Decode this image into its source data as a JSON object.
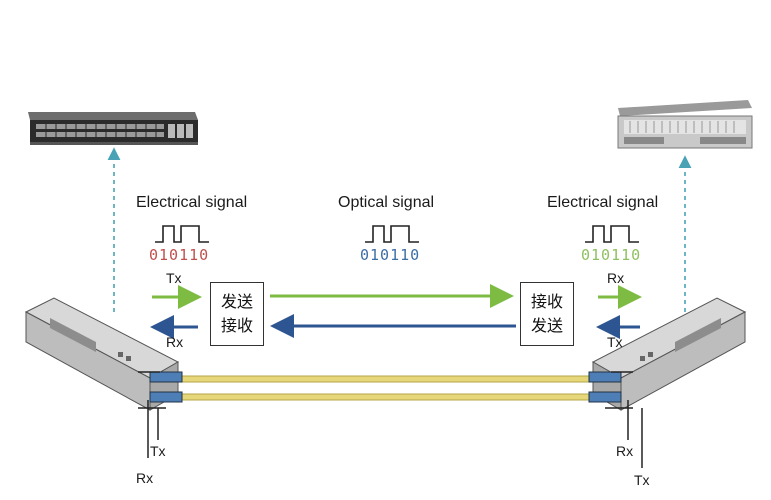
{
  "colors": {
    "green": "#7dbb42",
    "blue": "#2d5591",
    "bits_left": "#c0504d",
    "bits_middle": "#3b6ea5",
    "bits_right": "#8fc060",
    "teal": "#4aa3b5",
    "fiber": "#e6d77a"
  },
  "labels": {
    "left_title": "Electrical signal",
    "middle_title": "Optical signal",
    "right_title": "Electrical signal",
    "bits_left": "010110",
    "bits_middle": "010110",
    "bits_right": "010110",
    "left_top": "Tx",
    "left_bottom": "Rx",
    "right_top": "Rx",
    "right_bottom": "Tx",
    "left_port_1": "Tx",
    "left_port_2": "Rx",
    "right_port_1": "Rx",
    "right_port_2": "Tx"
  },
  "boxes": {
    "left": {
      "line1": "发送",
      "line2": "接收"
    },
    "right": {
      "line1": "接收",
      "line2": "发送"
    }
  }
}
